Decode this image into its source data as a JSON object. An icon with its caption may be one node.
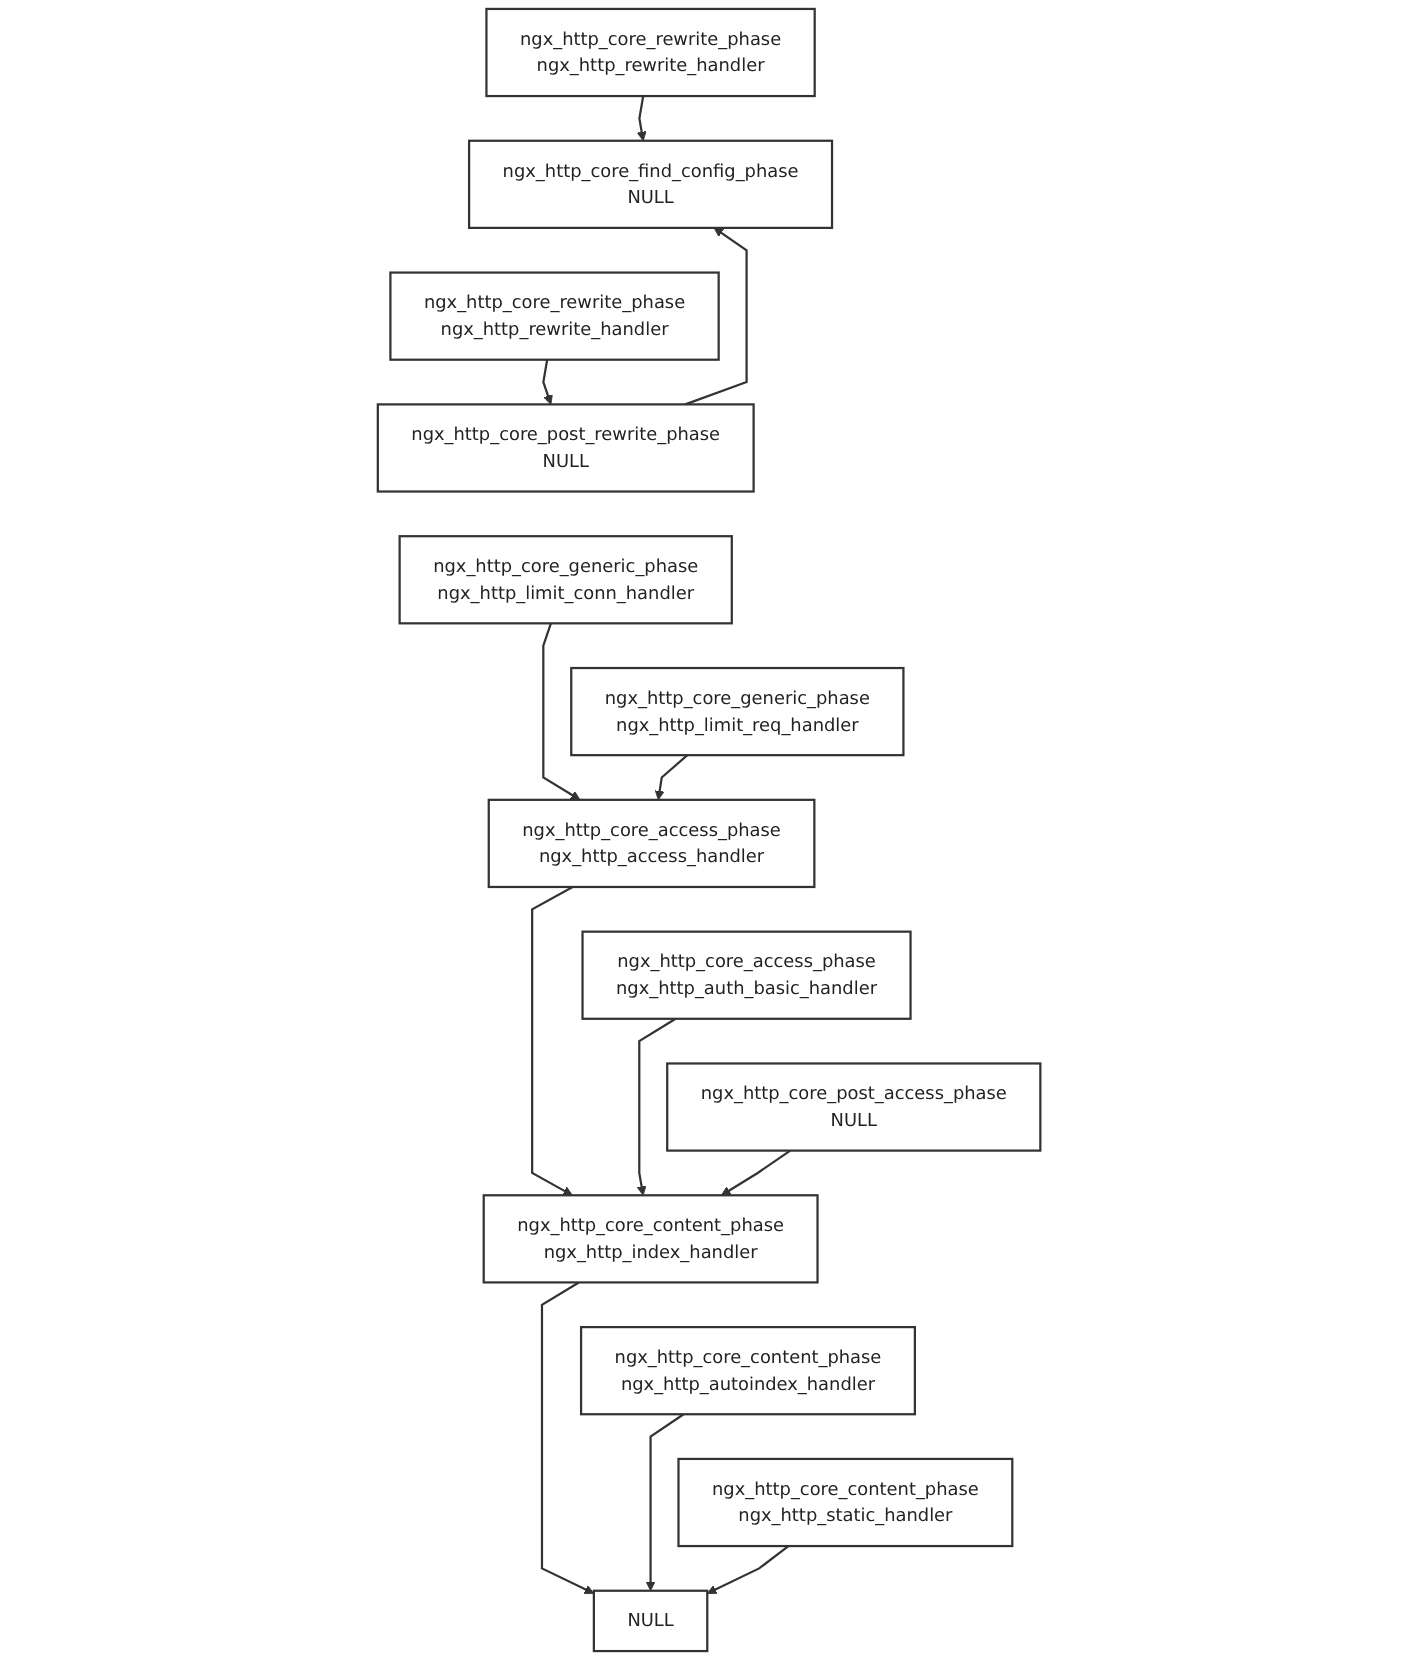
{
  "diagram": {
    "nodes": [
      {
        "text": [
          "ngx_http_core_rewrite_phase",
          "ngx_http_rewrite_handler"
        ]
      },
      {
        "text": [
          "ngx_http_core_find_config_phase",
          "NULL"
        ]
      },
      {
        "text": [
          "ngx_http_core_rewrite_phase",
          "ngx_http_rewrite_handler"
        ]
      },
      {
        "text": [
          "ngx_http_core_post_rewrite_phase",
          "NULL"
        ]
      },
      {
        "text": [
          "ngx_http_core_generic_phase",
          "ngx_http_limit_conn_handler"
        ]
      },
      {
        "text": [
          "ngx_http_core_generic_phase",
          "ngx_http_limit_req_handler"
        ]
      },
      {
        "text": [
          "ngx_http_core_access_phase",
          "ngx_http_access_handler"
        ]
      },
      {
        "text": [
          "ngx_http_core_access_phase",
          "ngx_http_auth_basic_handler"
        ]
      },
      {
        "text": [
          "ngx_http_core_post_access_phase",
          "NULL"
        ]
      },
      {
        "text": [
          "ngx_http_core_content_phase",
          "ngx_http_index_handler"
        ]
      },
      {
        "text": [
          "ngx_http_core_content_phase",
          "ngx_http_autoindex_handler"
        ]
      },
      {
        "text": [
          "ngx_http_core_content_phase",
          "ngx_http_static_handler"
        ]
      },
      {
        "text": [
          "NULL"
        ]
      }
    ],
    "edges": [
      {
        "from": 0,
        "to": 1,
        "arrow": "to"
      },
      {
        "from": 2,
        "to": 3,
        "arrow": "to"
      },
      {
        "from": 3,
        "to": 1,
        "arrow": "to"
      },
      {
        "from": 4,
        "to": 6,
        "arrow": "to"
      },
      {
        "from": 5,
        "to": 6,
        "arrow": "to"
      },
      {
        "from": 6,
        "to": 9,
        "arrow": "to"
      },
      {
        "from": 7,
        "to": 9,
        "arrow": "to"
      },
      {
        "from": 8,
        "to": 9,
        "arrow": "to"
      },
      {
        "from": 9,
        "to": 12,
        "arrow": "to"
      },
      {
        "from": 10,
        "to": 12,
        "arrow": "to"
      },
      {
        "from": 11,
        "to": 12,
        "arrow": "to"
      }
    ]
  }
}
